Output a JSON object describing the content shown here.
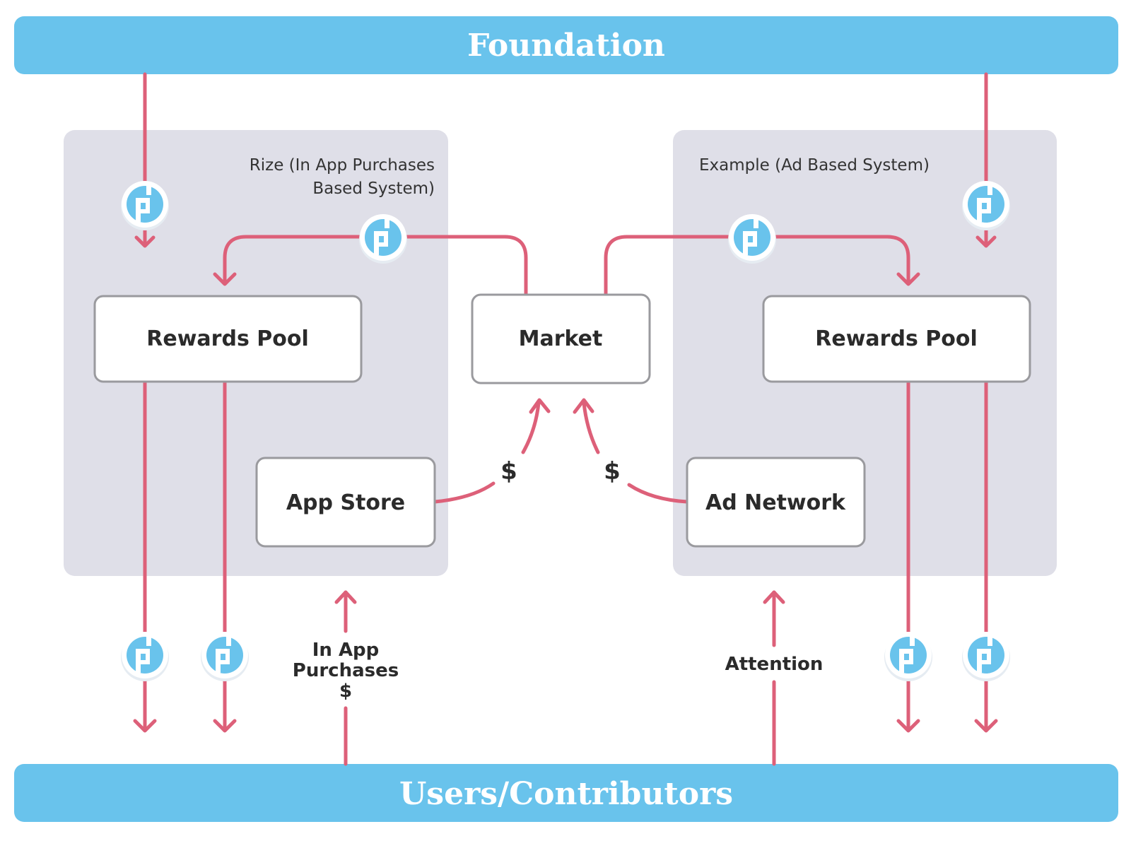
{
  "colors": {
    "band": "#69c3ec",
    "panel": "#dfdfe8",
    "flow": "#dd6079",
    "token": "#69c3ec",
    "box_border": "#9a9a9e",
    "text": "#2b2b2b"
  },
  "top_band": {
    "label": "Foundation"
  },
  "bottom_band": {
    "label": "Users/Contributors"
  },
  "left_panel": {
    "title_line1": "Rize (In App Purchases",
    "title_line2": "Based System)",
    "rewards_pool": "Rewards Pool",
    "app_store": "App Store"
  },
  "right_panel": {
    "title": "Example (Ad Based System)",
    "rewards_pool": "Rewards Pool",
    "ad_network": "Ad Network"
  },
  "market": {
    "label": "Market"
  },
  "flows": {
    "left_dollar": "$",
    "right_dollar": "$",
    "in_app_line1": "In App",
    "in_app_line2": "Purchases",
    "in_app_line3": "$",
    "attention": "Attention"
  },
  "tokens": [
    {
      "name": "token-foundation-to-left"
    },
    {
      "name": "token-market-to-left-pool"
    },
    {
      "name": "token-market-to-right-pool"
    },
    {
      "name": "token-foundation-to-right"
    },
    {
      "name": "token-left-pool-out-1"
    },
    {
      "name": "token-left-pool-out-2"
    },
    {
      "name": "token-right-pool-out-1"
    },
    {
      "name": "token-right-pool-out-2"
    }
  ]
}
